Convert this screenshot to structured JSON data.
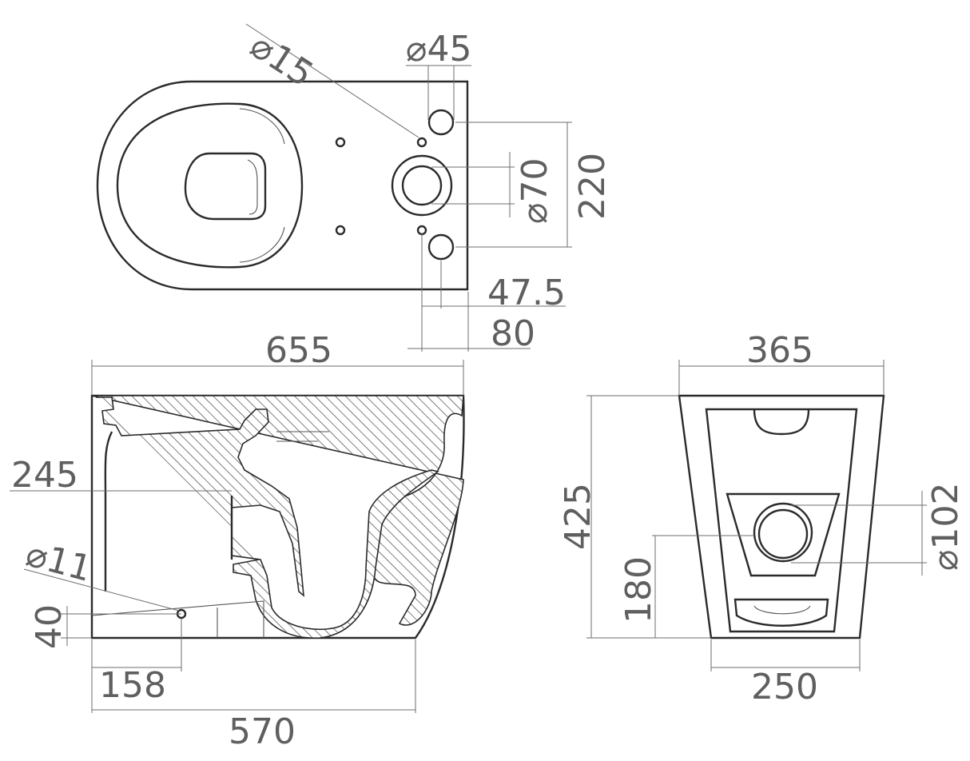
{
  "top_view": {
    "pipe_hole_dia": "⌀15",
    "inlet_dia": "⌀45",
    "waste_dia": "⌀70",
    "inlet_spacing": "220",
    "inlet_offset": "47.5",
    "waste_offset": "80"
  },
  "side_view": {
    "overall_length": "655",
    "outlet_height": "245",
    "fixing_dia": "⌀11",
    "fixing_height": "40",
    "fixing_offset": "158",
    "base_length": "570"
  },
  "front_view": {
    "overall_width": "365",
    "overall_height": "425",
    "outlet_dia": "⌀102",
    "outlet_height": "180",
    "base_width": "250"
  }
}
